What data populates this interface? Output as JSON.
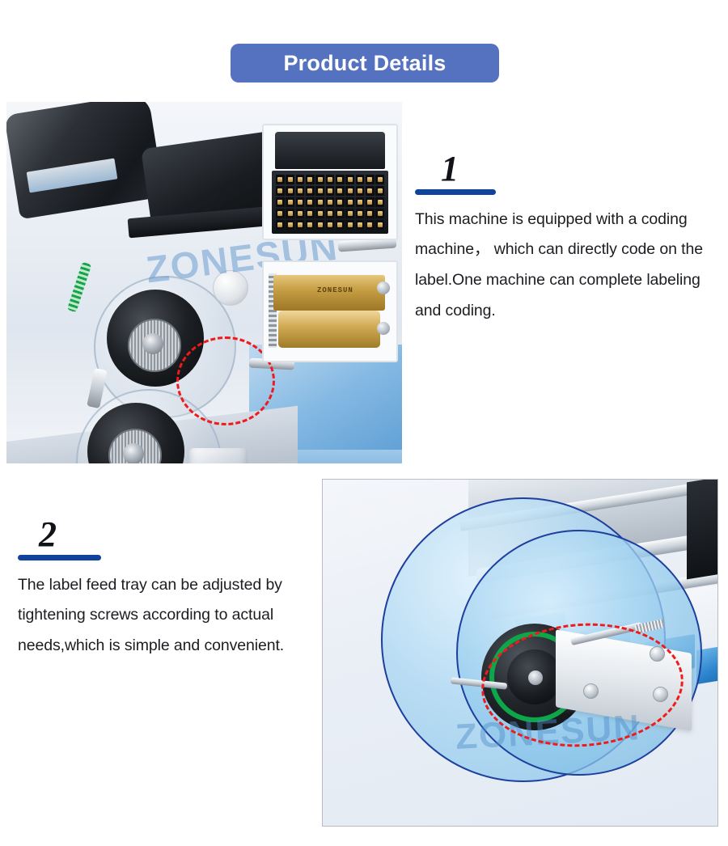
{
  "header": {
    "title": "Product Details",
    "banner_color": "#5472bf",
    "text_color": "#ffffff"
  },
  "accent": {
    "rule_color": "#10439c",
    "annotation_color": "#f01a1a",
    "label_blue": "#2e87cf",
    "oring_green": "#0da64a",
    "brass": "#c79f45"
  },
  "details": [
    {
      "number": "1",
      "text": "This machine is equipped with a coding machine， which can directly code on the label.One machine can complete labeling and coding."
    },
    {
      "number": "2",
      "text": "The label feed tray can be adjusted by tightening screws according to actual needs,which is simple and convenient."
    }
  ],
  "photos": {
    "one": {
      "watermark": "ZONESUN",
      "subject": "hot stamping coding machine head with label reels",
      "insets": [
        {
          "name": "type-character-case",
          "caption": ""
        },
        {
          "name": "brass-coding-roller",
          "caption": "ZONESUN"
        }
      ],
      "annotation": "red-dashed-ellipse-on-coding-head"
    },
    "two": {
      "watermark": "ZONESUN",
      "subject": "transparent blue label feed tray with adjusting screws",
      "annotation": "red-dashed-ellipse-on-feed-tray-hub"
    }
  }
}
